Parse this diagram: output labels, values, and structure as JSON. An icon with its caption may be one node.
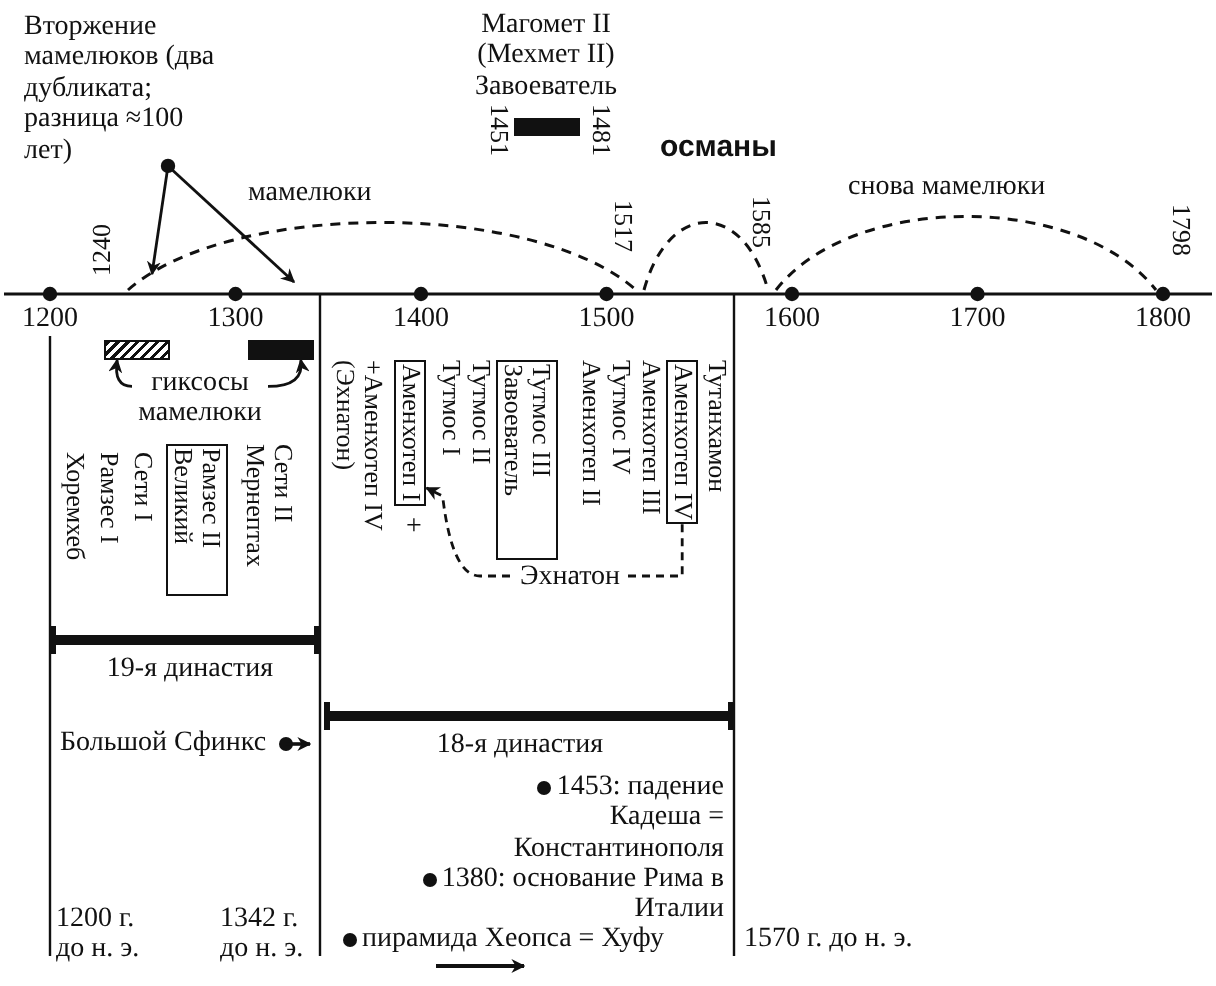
{
  "diagram": {
    "nodes": [
      {
        "text": [
          "Вторжение мамелюков (два дубликата; разница ≈100 лет)"
        ]
      },
      {
        "text": [],
        "shape": "bar"
      },
      {
        "text": [],
        "shape": "bar"
      },
      {
        "text": [
          "гиксосы мамелюки"
        ]
      },
      {
        "text": [
          "Рамзес II Великий"
        ]
      },
      {
        "text": [
          "Аменхотеп I"
        ]
      },
      {
        "text": [
          "Тутмос III Завоеватель"
        ]
      },
      {
        "text": [
          "Аменхотеп IV"
        ]
      }
    ],
    "edges": [
      {
        "from": 0,
        "to": null,
        "arrow": "to"
      },
      {
        "from": 0,
        "to": null,
        "arrow": "to"
      },
      {
        "from": 3,
        "to": 1,
        "arrow": "to"
      },
      {
        "from": 3,
        "to": 2,
        "arrow": "to"
      },
      {
        "from": 7,
        "to": 5,
        "arrow": "to",
        "style": "dashed",
        "label": "Эхнатон"
      }
    ],
    "labels": [
      "Магомет II (Мехмет II) Завоеватель",
      "1451",
      "1481",
      "османы",
      "мамелюки",
      "снова мамелюки",
      "1240",
      "1517",
      "1585",
      "1798",
      "1200",
      "1300",
      "1400",
      "1500",
      "1600",
      "1700",
      "1800",
      "Хоремхеб",
      "Рамзес I",
      "Сети I",
      "Сети II Мернептах",
      "+Аменхотеп IV (Эхнатон)",
      "+",
      "Тутмос I",
      "Тутмос II",
      "Аменхотеп II",
      "Тутмос IV",
      "Аменхотеп III",
      "Тутанхамон",
      "19-я династия",
      "Большой Сфинкс",
      "18-я династия",
      "1453: падение Кадеша = Константинополя",
      "1380: основание Рима в Италии",
      "1200 г. до н. э.",
      "1342 г. до н. э.",
      "пирамида Хеопса = Хуфу",
      "1570 г. до н. э."
    ]
  }
}
